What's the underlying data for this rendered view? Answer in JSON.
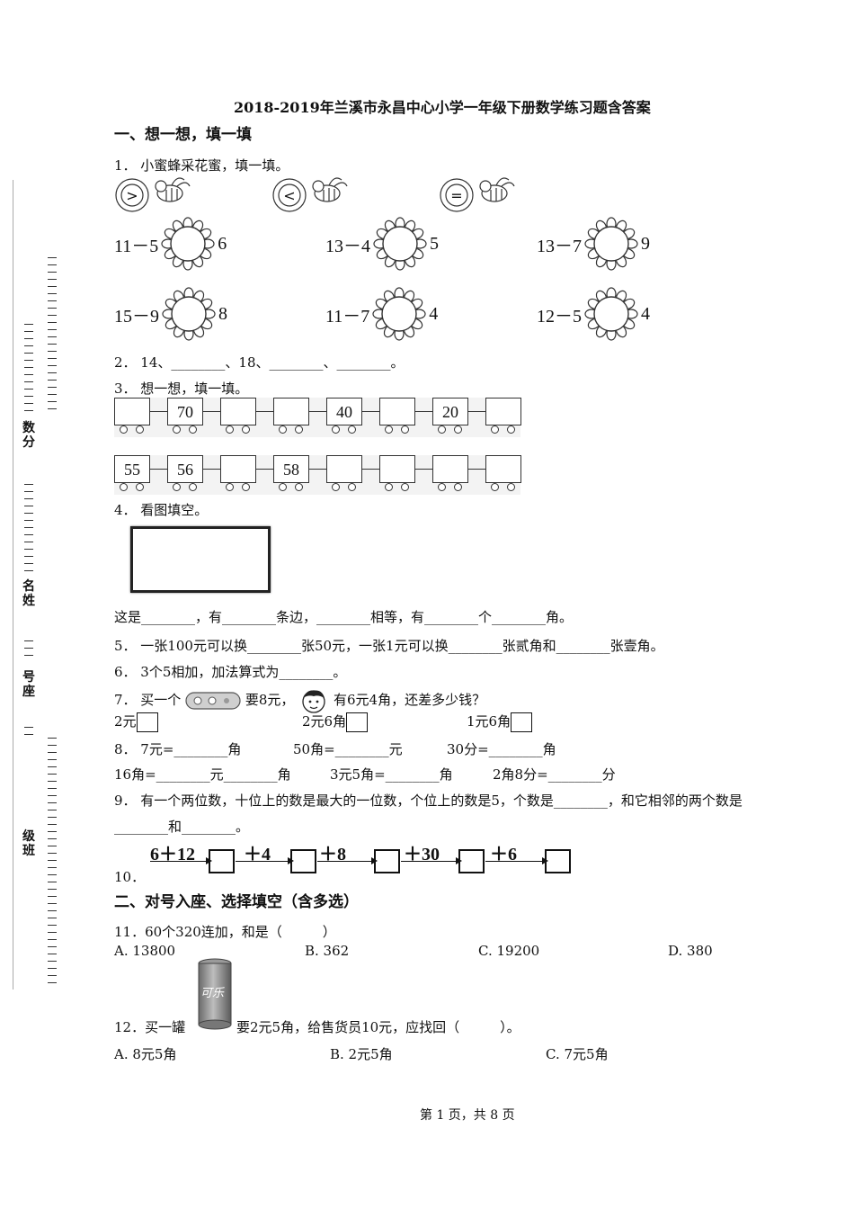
{
  "title": "2018-2019年兰溪市永昌中心小学一年级下册数学练习题含答案",
  "section1": "一、想一想，填一填",
  "section2": "二、对号入座、选择填空（含多选）",
  "sidebar": {
    "label_score": "数分",
    "label_name": "名姓",
    "label_number": "号座",
    "label_class": "级班"
  },
  "q1": {
    "text": "1． 小蜜蜂采花蜜，填一填。",
    "symbols": [
      ">",
      "<",
      "="
    ],
    "row1": [
      {
        "left": "11－5",
        "right": "6"
      },
      {
        "left": "13－4",
        "right": "5"
      },
      {
        "left": "13－7",
        "right": "9"
      }
    ],
    "row2": [
      {
        "left": "15－9",
        "right": "8"
      },
      {
        "left": "11－7",
        "right": "4"
      },
      {
        "left": "12－5",
        "right": "4"
      }
    ]
  },
  "q2": {
    "text": "2． 14、________、18、________、________。"
  },
  "q3": {
    "text": "3． 想一想，填一填。",
    "train1": [
      "",
      "70",
      "",
      "",
      "40",
      "",
      "20",
      ""
    ],
    "train2": [
      "55",
      "56",
      "",
      "58",
      "",
      "",
      "",
      ""
    ]
  },
  "q4": {
    "text": "4． 看图填空。",
    "fill": "这是________，有________条边，________相等，有________个________角。"
  },
  "q5": {
    "text": "5． 一张100元可以换________张50元，一张1元可以换________张贰角和________张壹角。"
  },
  "q6": {
    "text": "6． 3个5相加，加法算式为________。"
  },
  "q7": {
    "text_a": "7． 买一个",
    "text_b": "要8元，",
    "text_c": "有6元4角，还差多少钱？",
    "choices": [
      "2元",
      "2元6角",
      "1元6角"
    ]
  },
  "q8": {
    "line1": [
      "8． 7元=________角",
      "50角=________元",
      "30分=________角"
    ],
    "line2": [
      "16角=________元________角",
      "3元5角=________角",
      "2角8分=________分"
    ]
  },
  "q9": {
    "line1": "9． 有一个两位数，十位上的数是最大的一位数，个位上的数是5，个数是________，和它相邻的两个数是",
    "line2": "________和________。"
  },
  "q10": {
    "number": "10．",
    "start": "6＋12",
    "ops": [
      "＋4",
      "＋8",
      "＋30",
      "＋6"
    ]
  },
  "q11": {
    "text": "11．60个320连加，和是（　　　）",
    "options": [
      "A. 13800",
      "B. 362",
      "C. 19200",
      "D. 380"
    ]
  },
  "q12": {
    "text_a": "12．买一罐",
    "text_b": "要2元5角，给售货员10元，应找回（　　　）。",
    "can_label": "可乐",
    "options": [
      "A. 8元5角",
      "B. 2元5角",
      "C. 7元5角"
    ]
  },
  "footer": "第 1 页，共 8 页"
}
